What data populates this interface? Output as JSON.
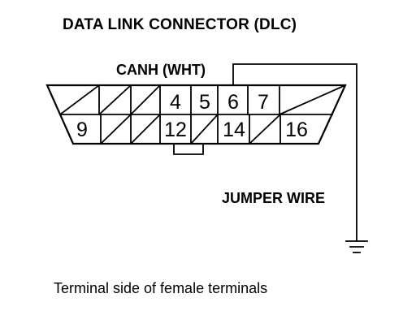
{
  "title": "DATA LINK CONNECTOR (DLC)",
  "canh_label": "CANH (WHT)",
  "jumper_label": "JUMPER WIRE",
  "caption": "Terminal side of female terminals",
  "top_row": [
    "",
    "",
    "",
    "4",
    "5",
    "6",
    "7",
    ""
  ],
  "bottom_row": [
    "9",
    "",
    "",
    "12",
    "",
    "14",
    "",
    "16"
  ]
}
